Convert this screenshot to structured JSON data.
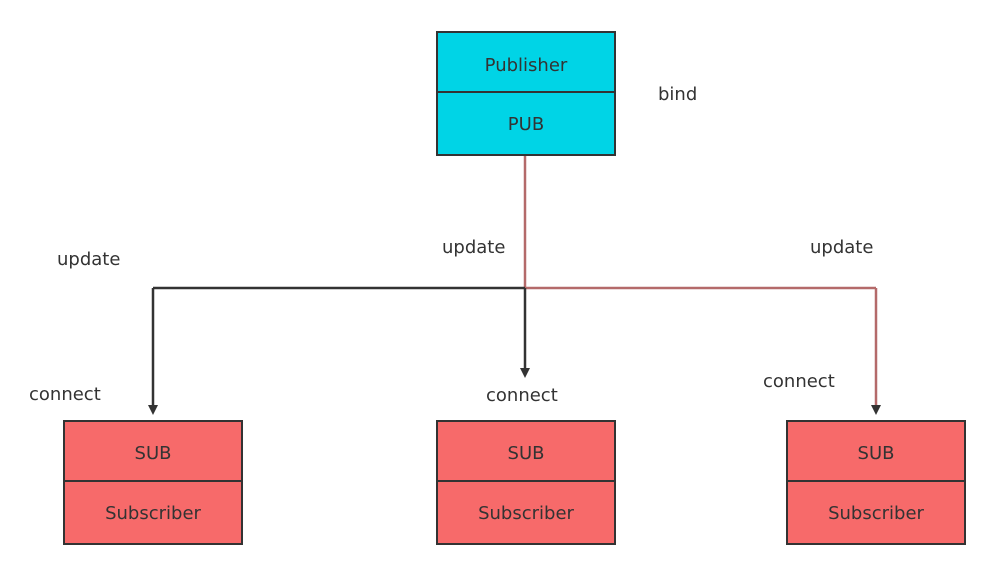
{
  "colors": {
    "publisher_fill": "#00d4e6",
    "subscriber_fill": "#f76a6a",
    "node_stroke": "#333333",
    "edge": "#333333",
    "edge_highlight": "#b46a6a"
  },
  "publisher": {
    "top_label": "Publisher",
    "bottom_label": "PUB"
  },
  "subscribers": [
    {
      "top_label": "SUB",
      "bottom_label": "Subscriber"
    },
    {
      "top_label": "SUB",
      "bottom_label": "Subscriber"
    },
    {
      "top_label": "SUB",
      "bottom_label": "Subscriber"
    }
  ],
  "labels": {
    "bind": "bind",
    "update_left": "update",
    "update_center": "update",
    "update_right": "update",
    "connect_left": "connect",
    "connect_center": "connect",
    "connect_right": "connect"
  }
}
